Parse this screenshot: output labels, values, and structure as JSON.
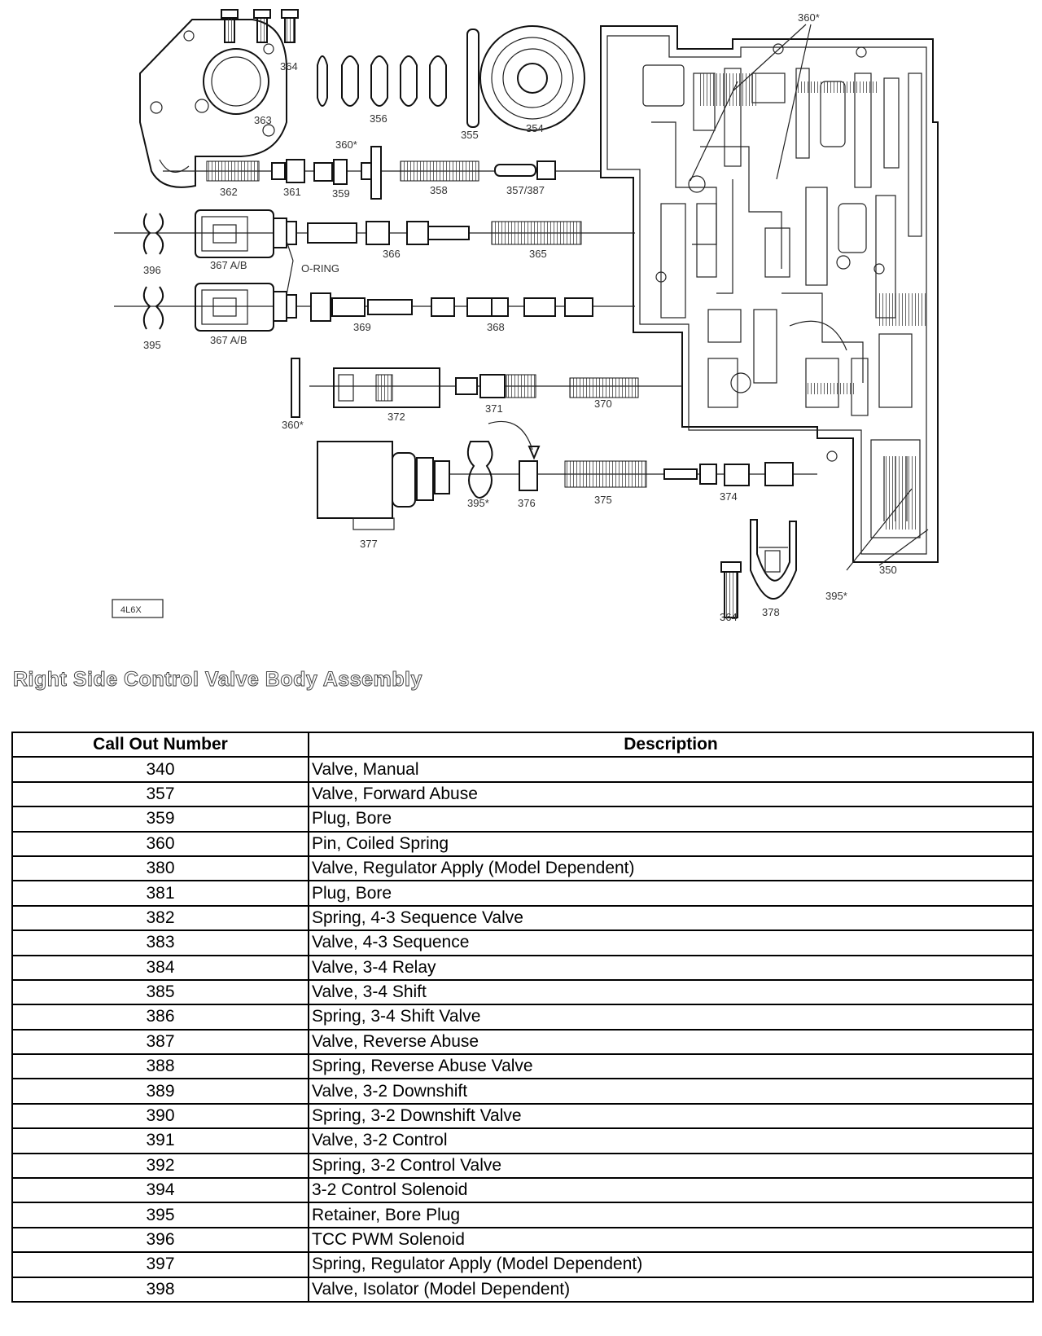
{
  "diagram": {
    "callouts": {
      "c360a": "360*",
      "c364": "364",
      "c363": "363",
      "c356": "356",
      "c355": "355",
      "c354": "354",
      "c360b": "360*",
      "c362": "362",
      "c361": "361",
      "c359": "359",
      "c358": "358",
      "c357": "357/387",
      "c396a": "396",
      "c367a": "367 A/B",
      "c366": "366",
      "c365": "365",
      "oring": "O-RING",
      "c395": "395",
      "c367b": "367 A/B",
      "c369": "369",
      "c368": "368",
      "c360c": "360*",
      "c372": "372",
      "c371": "371",
      "c370": "370",
      "c377": "377",
      "c395b": "395*",
      "c376": "376",
      "c375": "375",
      "c374": "374",
      "c364b": "364",
      "c378": "378",
      "c350": "350",
      "c395c": "395*",
      "model": "4L6X"
    }
  },
  "caption": "Right Side Control Valve Body Assembly",
  "table": {
    "headers": {
      "number": "Call Out Number",
      "description": "Description"
    },
    "rows": [
      {
        "number": "340",
        "description": "Valve, Manual"
      },
      {
        "number": "357",
        "description": "Valve, Forward Abuse"
      },
      {
        "number": "359",
        "description": "Plug, Bore"
      },
      {
        "number": "360",
        "description": "Pin, Coiled Spring"
      },
      {
        "number": "380",
        "description": "Valve, Regulator Apply (Model Dependent)"
      },
      {
        "number": "381",
        "description": "Plug, Bore"
      },
      {
        "number": "382",
        "description": "Spring, 4-3 Sequence Valve"
      },
      {
        "number": "383",
        "description": "Valve, 4-3 Sequence"
      },
      {
        "number": "384",
        "description": "Valve, 3-4 Relay"
      },
      {
        "number": "385",
        "description": "Valve, 3-4 Shift"
      },
      {
        "number": "386",
        "description": "Spring, 3-4 Shift Valve"
      },
      {
        "number": "387",
        "description": "Valve, Reverse Abuse"
      },
      {
        "number": "388",
        "description": "Spring, Reverse Abuse Valve"
      },
      {
        "number": "389",
        "description": "Valve, 3-2 Downshift"
      },
      {
        "number": "390",
        "description": "Spring, 3-2 Downshift Valve"
      },
      {
        "number": "391",
        "description": "Valve, 3-2 Control"
      },
      {
        "number": "392",
        "description": "Spring, 3-2 Control Valve"
      },
      {
        "number": "394",
        "description": "3-2 Control Solenoid"
      },
      {
        "number": "395",
        "description": "Retainer, Bore Plug"
      },
      {
        "number": "396",
        "description": "TCC PWM Solenoid"
      },
      {
        "number": "397",
        "description": "Spring, Regulator Apply (Model Dependent)"
      },
      {
        "number": "398",
        "description": "Valve, Isolator (Model Dependent)"
      }
    ]
  }
}
